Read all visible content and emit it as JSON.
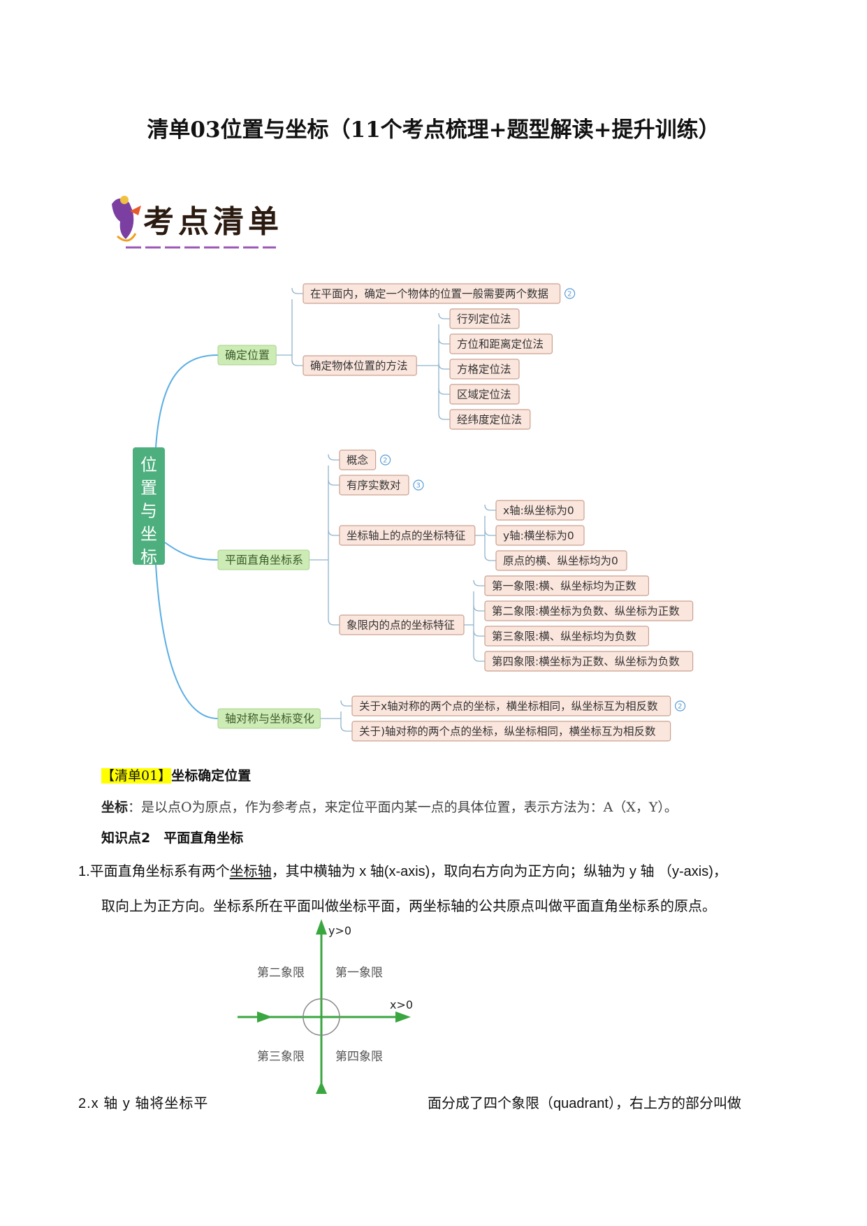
{
  "title": "清单03位置与坐标（11个考点梳理+题型解读+提升训练）",
  "logo_text": "考点清单",
  "mindmap": {
    "root": "位置与坐标",
    "branches": [
      {
        "label": "确定位置",
        "children": [
          {
            "label": "在平面内，确定一个物体的位置一般需要两个数据",
            "badge": "2"
          },
          {
            "label": "确定物体位置的方法",
            "children": [
              "行列定位法",
              "方位和距离定位法",
              "方格定位法",
              "区域定位法",
              "经纬度定位法"
            ]
          }
        ]
      },
      {
        "label": "平面直角坐标系",
        "children": [
          {
            "label": "概念",
            "badge": "2"
          },
          {
            "label": "有序实数对",
            "badge": "3"
          },
          {
            "label": "坐标轴上的点的坐标特征",
            "children": [
              "x轴:纵坐标为0",
              "y轴:横坐标为0",
              "原点的横、纵坐标均为0"
            ]
          },
          {
            "label": "象限内的点的坐标特征",
            "children": [
              "第一象限:横、纵坐标均为正数",
              "第二象限:横坐标为负数、纵坐标为正数",
              "第三象限:横、纵坐标均为负数",
              "第四象限:横坐标为正数、纵坐标为负数"
            ]
          }
        ]
      },
      {
        "label": "轴对称与坐标变化",
        "children": [
          {
            "label": "关于x轴对称的两个点的坐标，横坐标相同，纵坐标互为相反数",
            "badge": "2"
          },
          {
            "label": "关于)轴对称的两个点的坐标，纵坐标相同，横坐标互为相反数"
          }
        ]
      }
    ]
  },
  "section1": {
    "tag": "【清单01】",
    "heading": "坐标确定位置",
    "def_term": "坐标",
    "def_text": "：是以点O为原点，作为参考点，来定位平面内某一点的具体位置，表示方法为：A（X，Y）。",
    "kp_title": "知识点2　平面直角坐标",
    "p1_a": "1.平面直角坐标系有两个",
    "p1_u": "坐标轴",
    "p1_b": "，其中横轴为 x 轴(x-axis)，取向右方向为正方向；纵轴为 y 轴 （y-axis)，",
    "p1_c": "取向上为正方向。坐标系所在平面叫做坐标平面，两坐标轴的公共原点叫做平面直角坐标系的原点。",
    "p2_a": "2.x 轴 y 轴将坐标平",
    "p2_b": "面分成了四个象限（quadrant），右上方的部分叫做"
  },
  "axes_figure": {
    "y_label": "y>0",
    "x_label": "x>0",
    "q1": "第一象限",
    "q2": "第二象限",
    "q3": "第三象限",
    "q4": "第四象限",
    "axis_color": "#3aa640"
  }
}
